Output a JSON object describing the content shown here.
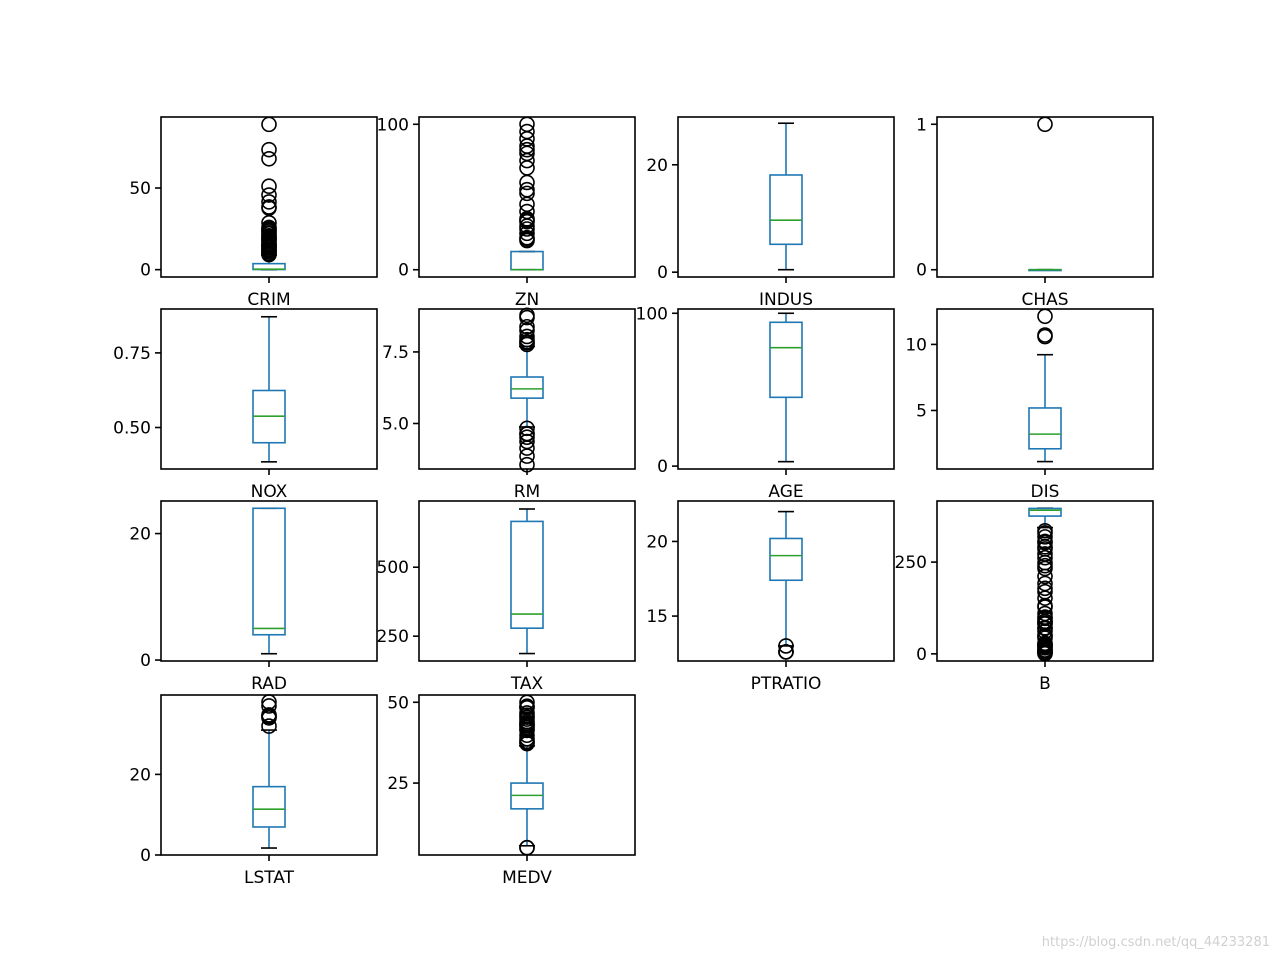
{
  "watermark": "https://blog.csdn.net/qq_44233281",
  "colors": {
    "box": "#1f77b4",
    "median": "#2ca02c",
    "whisker": "#1f77b4",
    "cap": "#000000",
    "outlier": "#000000",
    "frame": "#000000"
  },
  "chart_data": [
    {
      "type": "box",
      "label": "CRIM",
      "ylim": [
        -4.5,
        93.5
      ],
      "yticks": [
        0,
        50
      ],
      "box": {
        "q1": 0.08,
        "median": 0.26,
        "q3": 3.68,
        "whisker_low": 0.006,
        "whisker_high": 8.98
      },
      "outliers": [
        9.2,
        9.8,
        10.8,
        11.1,
        11.6,
        12.0,
        12.2,
        13.2,
        13.5,
        14.0,
        14.3,
        15.0,
        15.3,
        15.9,
        16.8,
        17.9,
        18.5,
        18.8,
        19.6,
        20.1,
        20.7,
        22.0,
        22.6,
        23.6,
        24.4,
        25.0,
        25.9,
        28.7,
        37.7,
        38.4,
        41.5,
        45.7,
        51.1,
        67.9,
        73.5,
        88.98
      ]
    },
    {
      "type": "box",
      "label": "ZN",
      "ylim": [
        -5,
        105
      ],
      "yticks": [
        0,
        100
      ],
      "box": {
        "q1": 0,
        "median": 0,
        "q3": 12.5,
        "whisker_low": 0,
        "whisker_high": 12.5
      },
      "outliers": [
        20,
        21,
        22,
        25,
        28,
        30,
        33,
        34,
        35,
        40,
        45,
        52.5,
        55,
        60,
        70,
        75,
        80,
        82.5,
        85,
        90,
        95,
        100
      ]
    },
    {
      "type": "box",
      "label": "INDUS",
      "ylim": [
        -0.9,
        28.9
      ],
      "yticks": [
        0,
        20
      ],
      "box": {
        "q1": 5.19,
        "median": 9.69,
        "q3": 18.1,
        "whisker_low": 0.46,
        "whisker_high": 27.74
      },
      "outliers": []
    },
    {
      "type": "box",
      "label": "CHAS",
      "ylim": [
        -0.05,
        1.05
      ],
      "yticks": [
        0,
        1
      ],
      "box": {
        "q1": 0,
        "median": 0,
        "q3": 0,
        "whisker_low": 0,
        "whisker_high": 0
      },
      "outliers": [
        1
      ]
    },
    {
      "type": "box",
      "label": "NOX",
      "ylim": [
        0.361,
        0.897
      ],
      "yticks": [
        0.5,
        0.75
      ],
      "yticklabels": [
        "0.50",
        "0.75"
      ],
      "box": {
        "q1": 0.449,
        "median": 0.538,
        "q3": 0.624,
        "whisker_low": 0.385,
        "whisker_high": 0.871
      },
      "outliers": []
    },
    {
      "type": "box",
      "label": "RM",
      "ylim": [
        3.41,
        9.0
      ],
      "yticks": [
        5.0,
        7.5
      ],
      "yticklabels": [
        "5.0",
        "7.5"
      ],
      "box": {
        "q1": 5.886,
        "median": 6.209,
        "q3": 6.624,
        "whisker_low": 4.88,
        "whisker_high": 7.69
      },
      "outliers": [
        3.56,
        3.86,
        4.14,
        4.37,
        4.52,
        4.63,
        4.65,
        4.83,
        7.76,
        7.82,
        7.85,
        7.93,
        8.04,
        8.25,
        8.38,
        8.7,
        8.78
      ]
    },
    {
      "type": "box",
      "label": "AGE",
      "ylim": [
        -1.9,
        102.8
      ],
      "yticks": [
        0,
        100
      ],
      "box": {
        "q1": 45.0,
        "median": 77.5,
        "q3": 94.1,
        "whisker_low": 2.9,
        "whisker_high": 100
      },
      "outliers": []
    },
    {
      "type": "box",
      "label": "DIS",
      "ylim": [
        0.57,
        12.68
      ],
      "yticks": [
        5,
        10
      ],
      "box": {
        "q1": 2.1,
        "median": 3.21,
        "q3": 5.19,
        "whisker_low": 1.13,
        "whisker_high": 9.22
      },
      "outliers": [
        10.59,
        10.71,
        12.13
      ]
    },
    {
      "type": "box",
      "label": "RAD",
      "ylim": [
        -0.15,
        25.15
      ],
      "yticks": [
        0,
        20
      ],
      "box": {
        "q1": 4,
        "median": 5,
        "q3": 24,
        "whisker_low": 1,
        "whisker_high": 24
      },
      "outliers": []
    },
    {
      "type": "box",
      "label": "TAX",
      "ylim": [
        160,
        740
      ],
      "yticks": [
        250,
        500
      ],
      "box": {
        "q1": 279,
        "median": 330,
        "q3": 666,
        "whisker_low": 187,
        "whisker_high": 711
      },
      "outliers": []
    },
    {
      "type": "box",
      "label": "PTRATIO",
      "ylim": [
        11.99,
        22.71
      ],
      "yticks": [
        15,
        20
      ],
      "box": {
        "q1": 17.4,
        "median": 19.05,
        "q3": 20.2,
        "whisker_low": 13.0,
        "whisker_high": 22.0
      },
      "outliers": [
        12.6,
        12.6,
        12.6,
        13.0
      ]
    },
    {
      "type": "box",
      "label": "B",
      "ylim": [
        -19.5,
        416.5
      ],
      "yticks": [
        0,
        250
      ],
      "box": {
        "q1": 375.38,
        "median": 391.44,
        "q3": 396.23,
        "whisker_low": 344.05,
        "whisker_high": 396.9
      },
      "outliers": [
        0.32,
        2.52,
        3.5,
        3.65,
        7.68,
        9.32,
        10.48,
        16.45,
        18.82,
        21.57,
        24.65,
        27.25,
        28.79,
        43.06,
        48.45,
        50.92,
        60.72,
        68.95,
        70.8,
        81.33,
        83.45,
        88.27,
        88.63,
        96.73,
        100.19,
        109.85,
        127.36,
        131.42,
        151.72,
        169.27,
        178.6,
        191.69,
        210.97,
        232.6,
        240.16,
        248.31,
        261.95,
        272.21,
        285.83,
        291.55,
        302.76,
        306.38,
        318.75,
        329.35,
        335.31
      ]
    },
    {
      "type": "box",
      "label": "LSTAT",
      "ylim": [
        0.0,
        39.7
      ],
      "yticks": [
        0,
        20
      ],
      "box": {
        "q1": 6.95,
        "median": 11.36,
        "q3": 16.96,
        "whisker_low": 1.73,
        "whisker_high": 31.0
      },
      "outliers": [
        31.99,
        34.02,
        34.37,
        34.41,
        34.77,
        36.98,
        37.97
      ]
    },
    {
      "type": "box",
      "label": "MEDV",
      "ylim": [
        2.75,
        52.25
      ],
      "yticks": [
        25,
        50
      ],
      "box": {
        "q1": 17.03,
        "median": 21.2,
        "q3": 25.0,
        "whisker_low": 5.6,
        "whisker_high": 36.5
      },
      "outliers": [
        5.0,
        5.0,
        37.2,
        37.6,
        37.9,
        38.7,
        39.8,
        41.3,
        41.7,
        42.3,
        42.8,
        43.1,
        43.5,
        44.0,
        44.8,
        45.4,
        46.0,
        46.7,
        48.3,
        48.5,
        48.8,
        50.0
      ]
    }
  ]
}
